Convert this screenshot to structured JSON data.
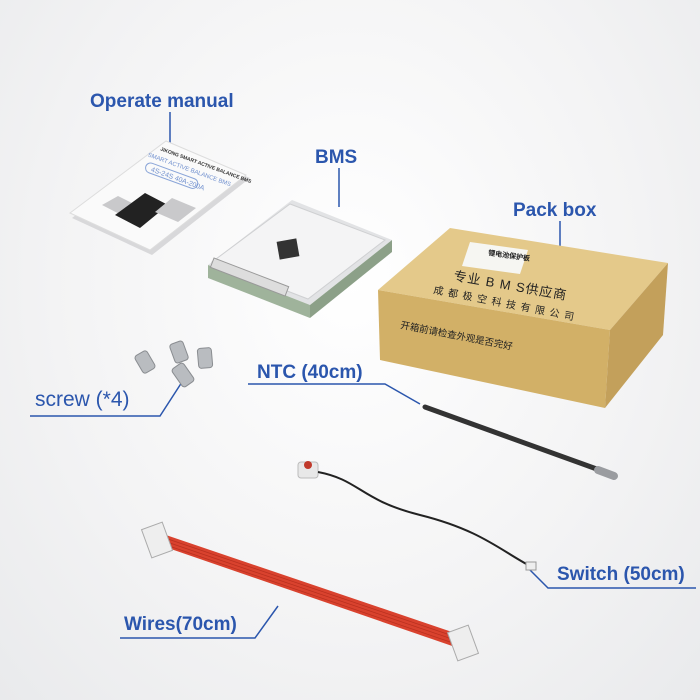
{
  "labels": {
    "manual": "Operate manual",
    "bms": "BMS",
    "box": "Pack box",
    "screw": "screw (*4)",
    "ntc": "NTC (40cm)",
    "switch": "Switch (50cm)",
    "wires": "Wires(70cm)"
  },
  "manual": {
    "header": "JIKONG SMART ACTIVE BALANCE BMS",
    "subtitle": "SMART ACTIVE BALANCE BMS",
    "spec": "4S-24S 40A-200A"
  },
  "box": {
    "sticker": "锂电池保护板",
    "line1": "专业 B M S供应商",
    "line2": "成 都 极 空 科 技 有 限 公 司",
    "line3": "开箱前请检查外观是否完好"
  },
  "colors": {
    "label": "#2b56ad",
    "box": "#d6b66e",
    "wire": "#d9422e"
  }
}
